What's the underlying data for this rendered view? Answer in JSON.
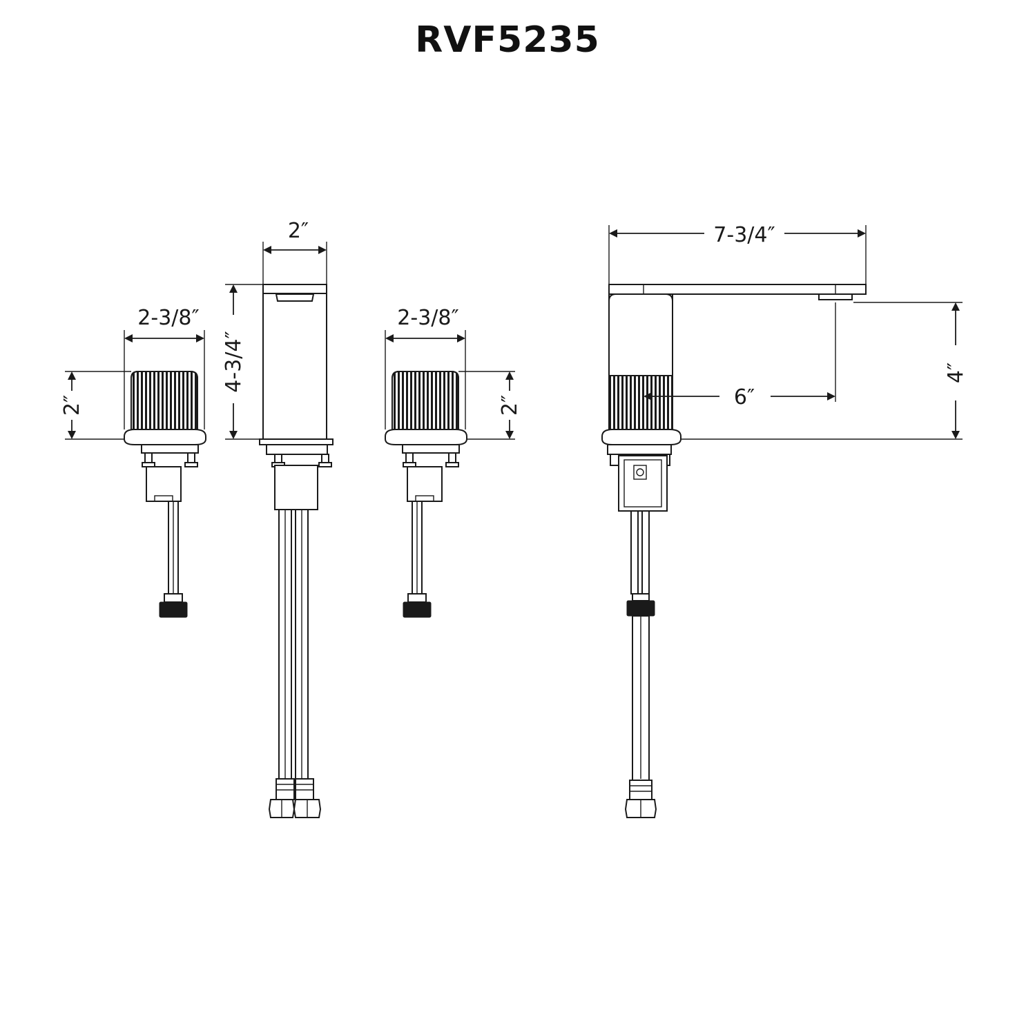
{
  "title": "RVF5235",
  "dimensions": {
    "left_handle_width": "2-3/8″",
    "left_handle_height": "2″",
    "spout_front_width": "2″",
    "spout_front_height": "4-3/4″",
    "right_handle_width": "2-3/8″",
    "right_handle_height": "2″",
    "spout_reach": "7-3/4″",
    "spout_clearance": "4″",
    "handle_to_outlet": "6″"
  }
}
